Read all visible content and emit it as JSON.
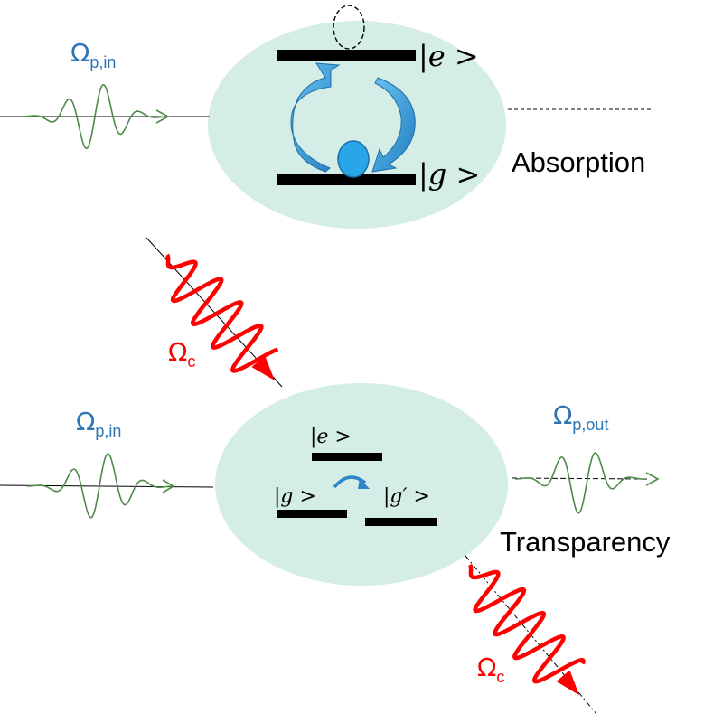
{
  "top": {
    "probe_label": {
      "symbol": "Ω",
      "subscript": "p,in"
    },
    "excited_state": "|e >",
    "ground_state": "|g >",
    "outcome": "Absorption"
  },
  "control_in": {
    "symbol": "Ω",
    "subscript": "c"
  },
  "bottom": {
    "probe_in_label": {
      "symbol": "Ω",
      "subscript": "p,in"
    },
    "probe_out_label": {
      "symbol": "Ω",
      "subscript": "p,out"
    },
    "excited_state": "|e >",
    "ground_state": "|g >",
    "ground_prime_state": "|g′ >",
    "outcome": "Transparency"
  },
  "control_out": {
    "symbol": "Ω",
    "subscript": "c"
  },
  "colors": {
    "atom_cloud": "#d4ede6",
    "probe_wave": "#4f8a4a",
    "control_wave": "#ff0000",
    "label_blue": "#2e75b6",
    "label_red": "#ff0000",
    "arrow_blue": "#3d9bd8",
    "level_bar": "#000000"
  }
}
